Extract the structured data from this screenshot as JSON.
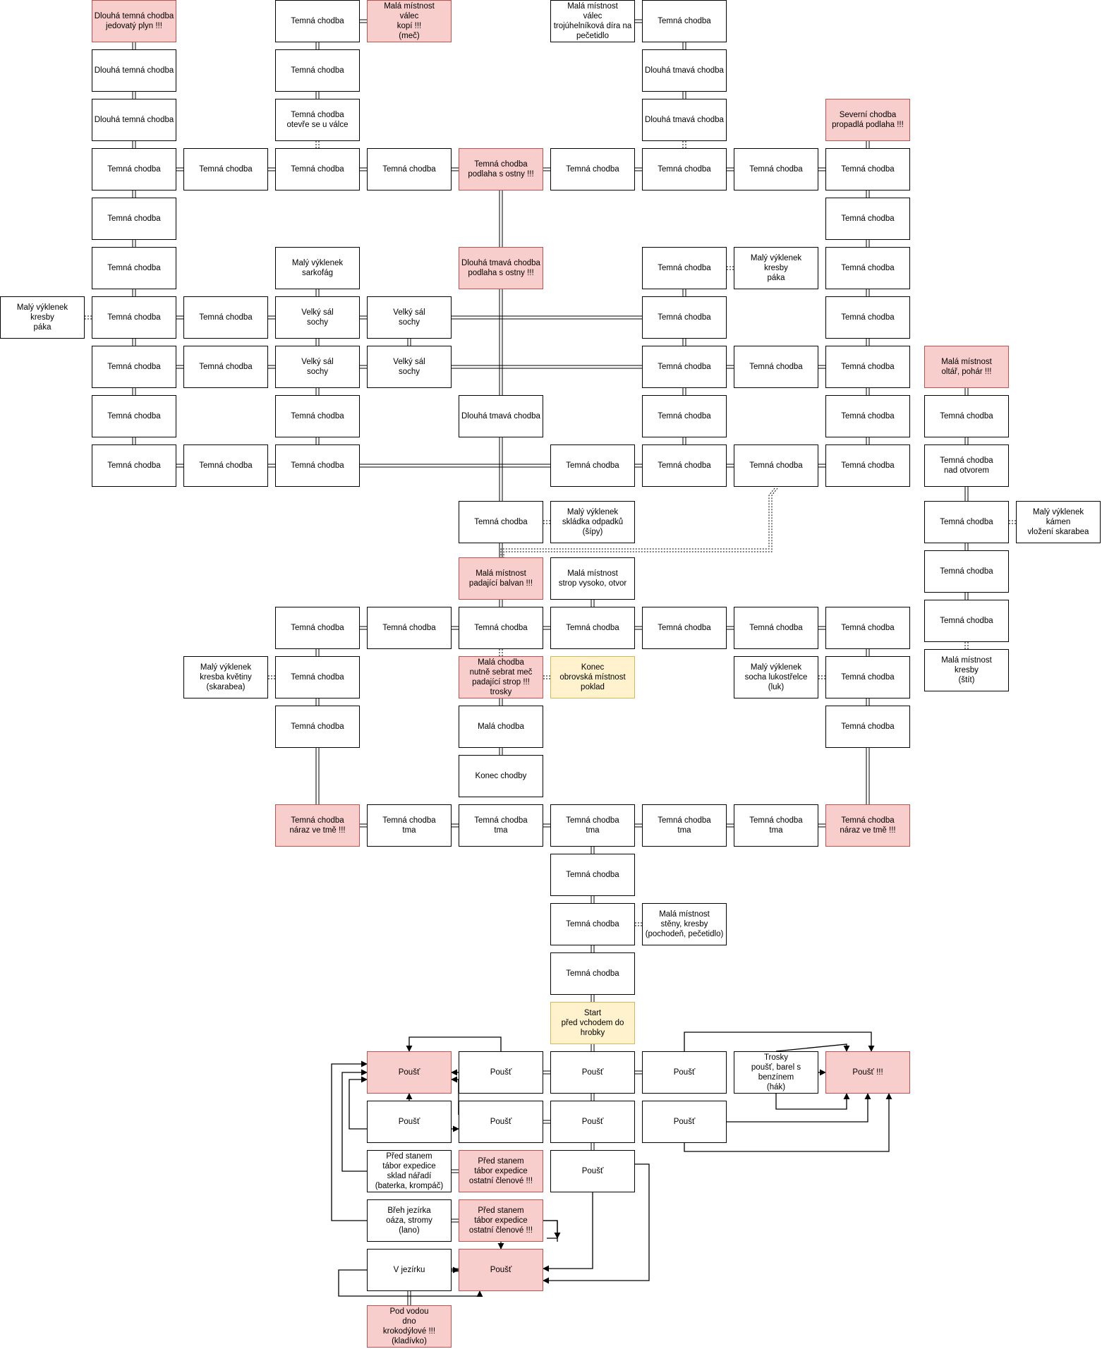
{
  "diagram": {
    "nodes": [
      {
        "id": "c0r0",
        "text": "Dlouhá temná chodba\njedovatý plyn !!!",
        "style": "red"
      },
      {
        "id": "c0r1",
        "text": "Dlouhá temná chodba"
      },
      {
        "id": "c0r2",
        "text": "Dlouhá temná chodba"
      },
      {
        "id": "c0r3",
        "text": "Temná chodba"
      },
      {
        "id": "c0r4",
        "text": "Temná chodba"
      },
      {
        "id": "c0r5",
        "text": "Temná chodba"
      },
      {
        "id": "c0r6",
        "text": "Temná chodba"
      },
      {
        "id": "c0r7",
        "text": "Temná chodba"
      },
      {
        "id": "c0r8",
        "text": "Temná chodba"
      },
      {
        "id": "c0r9",
        "text": "Temná chodba"
      },
      {
        "id": "left6",
        "text": "Malý výklenek\nkresby\npáka"
      },
      {
        "id": "c1r3",
        "text": "Temná chodba"
      },
      {
        "id": "c1r6",
        "text": "Temná chodba"
      },
      {
        "id": "c1r7",
        "text": "Temná chodba"
      },
      {
        "id": "c1r9",
        "text": "Temná chodba"
      },
      {
        "id": "c2r0",
        "text": "Temná chodba"
      },
      {
        "id": "c2r1",
        "text": "Temná chodba"
      },
      {
        "id": "c2r2",
        "text": "Temná chodba\notevře se u válce"
      },
      {
        "id": "c2r3",
        "text": "Temná chodba"
      },
      {
        "id": "c2r5",
        "text": "Malý výklenek\nsarkofág"
      },
      {
        "id": "c2r6",
        "text": "Velký sál\nsochy"
      },
      {
        "id": "c2r7",
        "text": "Velký sál\nsochy"
      },
      {
        "id": "c2r8",
        "text": "Temná chodba"
      },
      {
        "id": "c2r9",
        "text": "Temná chodba"
      },
      {
        "id": "c3r0",
        "text": "Malá místnost\nválec\nkopí !!!\n(meč)",
        "style": "red"
      },
      {
        "id": "c3r3",
        "text": "Temná chodba"
      },
      {
        "id": "c3r6",
        "text": "Velký sál\nsochy"
      },
      {
        "id": "c3r7",
        "text": "Velký sál\nsochy"
      },
      {
        "id": "c4r3",
        "text": "Temná chodba\npodlaha s ostny !!!",
        "style": "red"
      },
      {
        "id": "c4r5",
        "text": "Dlouhá tmavá chodba\npodlaha s ostny !!!",
        "style": "red"
      },
      {
        "id": "c4r8",
        "text": "Dlouhá tmavá chodba"
      },
      {
        "id": "c5r0",
        "text": "Malá místnost\nválec\ntrojúhelníková díra na\npečetidlo"
      },
      {
        "id": "c5r3",
        "text": "Temná chodba"
      },
      {
        "id": "c5r9",
        "text": "Temná chodba"
      },
      {
        "id": "c6r0",
        "text": "Temná chodba"
      },
      {
        "id": "c6r1",
        "text": "Dlouhá tmavá chodba"
      },
      {
        "id": "c6r2",
        "text": "Dlouhá tmavá chodba"
      },
      {
        "id": "c6r3",
        "text": "Temná chodba"
      },
      {
        "id": "c6r5",
        "text": "Temná chodba"
      },
      {
        "id": "c6r6",
        "text": "Temná chodba"
      },
      {
        "id": "c6r7",
        "text": "Temná chodba"
      },
      {
        "id": "c6r8",
        "text": "Temná chodba"
      },
      {
        "id": "c6r9",
        "text": "Temná chodba"
      },
      {
        "id": "c7r3",
        "text": "Temná chodba"
      },
      {
        "id": "c7r5",
        "text": "Malý výklenek\nkresby\npáka"
      },
      {
        "id": "c7r7",
        "text": "Temná chodba"
      },
      {
        "id": "c7r9",
        "text": "Temná chodba"
      },
      {
        "id": "c8r2",
        "text": "Severní chodba\npropadlá podlaha !!!",
        "style": "red"
      },
      {
        "id": "c8r3",
        "text": "Temná chodba"
      },
      {
        "id": "c8r4",
        "text": "Temná chodba"
      },
      {
        "id": "c8r5",
        "text": "Temná chodba"
      },
      {
        "id": "c8r6",
        "text": "Temná chodba"
      },
      {
        "id": "c8r7",
        "text": "Temná chodba"
      },
      {
        "id": "c8r8",
        "text": "Temná chodba"
      },
      {
        "id": "c8r9",
        "text": "Temná chodba"
      },
      {
        "id": "c9r7",
        "text": "Malá místnost\noltář, pohár !!!",
        "style": "red"
      },
      {
        "id": "c9r8",
        "text": "Temná chodba"
      },
      {
        "id": "c9r9",
        "text": "Temná chodba\nnad otvorem"
      },
      {
        "id": "c9a",
        "text": "Temná chodba"
      },
      {
        "id": "c9b",
        "text": "Temná chodba"
      },
      {
        "id": "c9c",
        "text": "Temná chodba"
      },
      {
        "id": "c9d",
        "text": "Malá místnost\nkresby\n(štít)"
      },
      {
        "id": "c10a",
        "text": "Malý výklenek\nkámen\nvložení skarabea"
      },
      {
        "id": "m4a",
        "text": "Temná chodba"
      },
      {
        "id": "m5a",
        "text": "Malý výklenek\nskládka odpadků\n(šípy)"
      },
      {
        "id": "m4b",
        "text": "Malá místnost\npadající balvan !!!",
        "style": "red"
      },
      {
        "id": "m5b",
        "text": "Malá místnost\nstrop vysoko, otvor"
      },
      {
        "id": "m2c",
        "text": "Temná chodba"
      },
      {
        "id": "m3c",
        "text": "Temná chodba"
      },
      {
        "id": "m4c",
        "text": "Temná chodba"
      },
      {
        "id": "m5c",
        "text": "Temná chodba"
      },
      {
        "id": "m6c",
        "text": "Temná chodba"
      },
      {
        "id": "m7c",
        "text": "Temná chodba"
      },
      {
        "id": "m8c",
        "text": "Temná chodba"
      },
      {
        "id": "m1d",
        "text": "Malý výklenek\nkresba květiny\n(skarabea)"
      },
      {
        "id": "m2d",
        "text": "Temná chodba"
      },
      {
        "id": "m4d",
        "text": "Malá chodba\nnutně sebrat meč\npadající strop !!!\ntrosky",
        "style": "red"
      },
      {
        "id": "m5d",
        "text": "Konec\nobrovská místnost\npoklad",
        "style": "yellow"
      },
      {
        "id": "m7d",
        "text": "Malý výklenek\nsocha lukostřelce\n(luk)"
      },
      {
        "id": "m8d",
        "text": "Temná chodba"
      },
      {
        "id": "m2e",
        "text": "Temná chodba"
      },
      {
        "id": "m4e",
        "text": "Malá chodba"
      },
      {
        "id": "m8e",
        "text": "Temná chodba"
      },
      {
        "id": "m4f",
        "text": "Konec chodby"
      },
      {
        "id": "m2g",
        "text": "Temná chodba\nnáraz ve tmě !!!",
        "style": "red"
      },
      {
        "id": "m3g",
        "text": "Temná chodba\ntma"
      },
      {
        "id": "m4g",
        "text": "Temná chodba\ntma"
      },
      {
        "id": "m5g",
        "text": "Temná chodba\ntma"
      },
      {
        "id": "m6g",
        "text": "Temná chodba\ntma"
      },
      {
        "id": "m7g",
        "text": "Temná chodba\ntma"
      },
      {
        "id": "m8g",
        "text": "Temná chodba\nnáraz ve tmě !!!",
        "style": "red"
      },
      {
        "id": "s5a",
        "text": "Temná chodba"
      },
      {
        "id": "s5b",
        "text": "Temná chodba"
      },
      {
        "id": "s6b",
        "text": "Malá místnost\nstěny, kresby\n(pochodeň, pečetidlo)"
      },
      {
        "id": "s5c",
        "text": "Temná chodba"
      },
      {
        "id": "start",
        "text": "Start\npřed vchodem do\nhrobky",
        "style": "yellow"
      },
      {
        "id": "d3a",
        "text": "Poušť",
        "style": "red"
      },
      {
        "id": "d4a",
        "text": "Poušť"
      },
      {
        "id": "d5a",
        "text": "Poušť"
      },
      {
        "id": "d6a",
        "text": "Poušť"
      },
      {
        "id": "d7a",
        "text": "Trosky\npoušť, barel s\nbenzínem\n(hák)"
      },
      {
        "id": "d8a",
        "text": "Poušť !!!",
        "style": "red"
      },
      {
        "id": "d3b",
        "text": "Poušť"
      },
      {
        "id": "d4b",
        "text": "Poušť"
      },
      {
        "id": "d5b",
        "text": "Poušť"
      },
      {
        "id": "d6b",
        "text": "Poušť"
      },
      {
        "id": "d3c",
        "text": "Před stanem\ntábor expedice\nsklad nářadí\n(baterka, krompáč)"
      },
      {
        "id": "d4c",
        "text": "Před stanem\ntábor expedice\nostatní členové !!!",
        "style": "red"
      },
      {
        "id": "d5c",
        "text": "Poušť"
      },
      {
        "id": "d3d",
        "text": "Břeh jezírka\noáza, stromy\n(lano)"
      },
      {
        "id": "d4d",
        "text": "Před stanem\ntábor expedice\nostatní členové !!!",
        "style": "red"
      },
      {
        "id": "d3e",
        "text": "V jezírku"
      },
      {
        "id": "d4e",
        "text": "Poušť",
        "style": "red"
      },
      {
        "id": "d3f",
        "text": "Pod vodou\ndno\nkrokodýlové !!!\n(kladívko)",
        "style": "red"
      }
    ]
  }
}
